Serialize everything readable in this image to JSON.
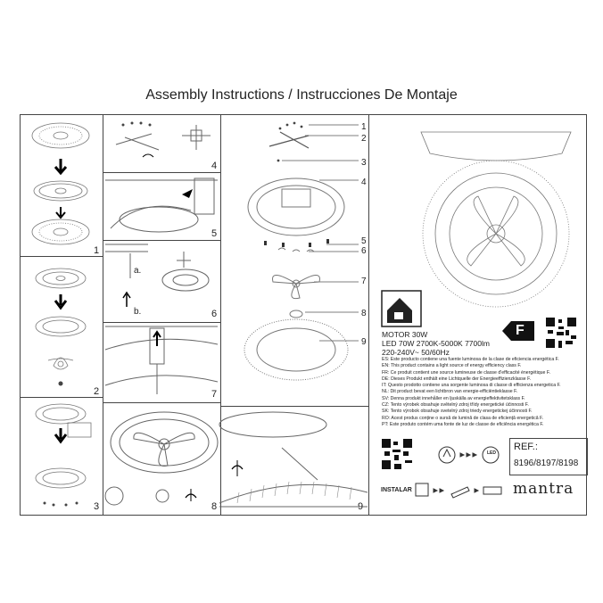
{
  "page": {
    "title": "Assembly Instructions / Instrucciones De Montaje"
  },
  "steps": [
    {
      "num": "1"
    },
    {
      "num": "2"
    },
    {
      "num": "3"
    },
    {
      "num": "4"
    },
    {
      "num": "5"
    },
    {
      "num": "6"
    },
    {
      "num": "7"
    },
    {
      "num": "8"
    },
    {
      "num": "9"
    }
  ],
  "step6_labels": {
    "a": "a.",
    "b": "b."
  },
  "parts": [
    "1",
    "2",
    "3",
    "4",
    "5",
    "6",
    "7",
    "8",
    "9"
  ],
  "product": {
    "motor": "MOTOR 30W",
    "led": "LED 70W 2700K-5000K 7700lm",
    "voltage": "220-240V~ 50/60Hz",
    "energy_class": "F"
  },
  "energy_statements": [
    "ES: Este producto contiene una fuente luminosa de la clase de eficiencia energética F.",
    "EN: This product contains a light source of energy efficiency class F.",
    "FR: Ce produit contient une source lumineuse de classe d'efficacité énergétique F.",
    "DE: Dieses Produkt enthält eine Lichtquelle der Energieeffizienzklasse F.",
    "IT: Questo prodotto contiene una sorgente luminosa di classe di efficienza energetica F.",
    "NL: Dit product bevat een lichtbron van energie-efficiëntieklasse F.",
    "SV: Denna produkt innehåller en ljuskälla av energieffektivitetsklass F.",
    "CZ: Tento výrobek obsahuje světelný zdroj třídy energetické účinnosti F.",
    "SK: Tento výrobok obsahuje svetelný zdroj triedy energetickej účinnosti F.",
    "RO: Acest produs conține o sursă de lumină de clasa de eficiență energetică F.",
    "PT: Este produto contém uma fonte de luz de classe de eficiência energética F."
  ],
  "reference": {
    "label": "REF.:",
    "numbers": "8196/8197/8198"
  },
  "brand": "mantra",
  "install_label": "INSTALAR",
  "led_badge": "LED",
  "icons": {
    "qr": "qr-code-icon",
    "energy": "energy-label-icon",
    "rotate": "rotate-arrow-icon"
  }
}
